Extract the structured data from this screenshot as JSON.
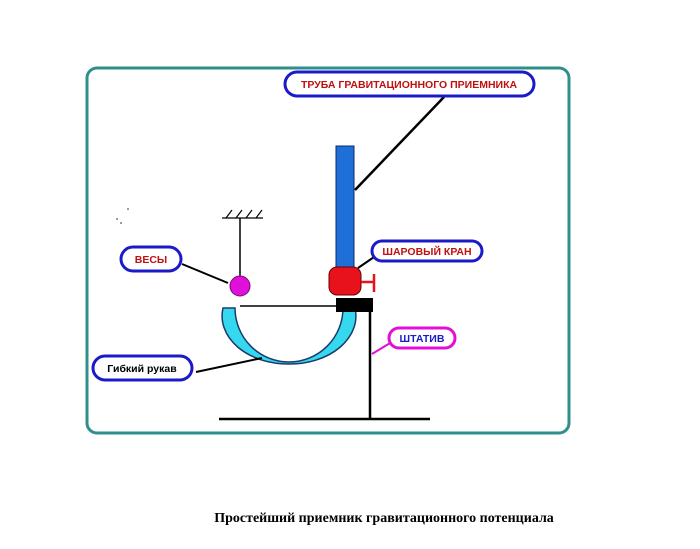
{
  "labels": {
    "pipe": "ТРУБА ГРАВИТАЦИОННОГО ПРИЕМНИКА",
    "valve": "ШАРОВЫЙ КРАН",
    "scales": "ВЕСЫ",
    "stand": "ШТАТИВ",
    "hose": "Гибкий рукав"
  },
  "caption": "Простейший приемник гравитационного потенциала",
  "colors": {
    "frame": "#2f8f8a",
    "pipe": "#1e6fd8",
    "hose": "#36d8f0",
    "valve": "#e8121c",
    "clamp": "#000000",
    "scales_ball": "#e010d8",
    "pipe_callout_border": "#1a1ac8",
    "valve_callout_border": "#1a1ac8",
    "scales_callout_border": "#1a1ac8",
    "stand_callout_border": "#e010d8",
    "hose_callout_border": "#1a1ac8",
    "pipe_text": "#c01010",
    "valve_text": "#c01010",
    "scales_text": "#c01010",
    "stand_text": "#1a1ac8",
    "hose_text": "#000000"
  }
}
